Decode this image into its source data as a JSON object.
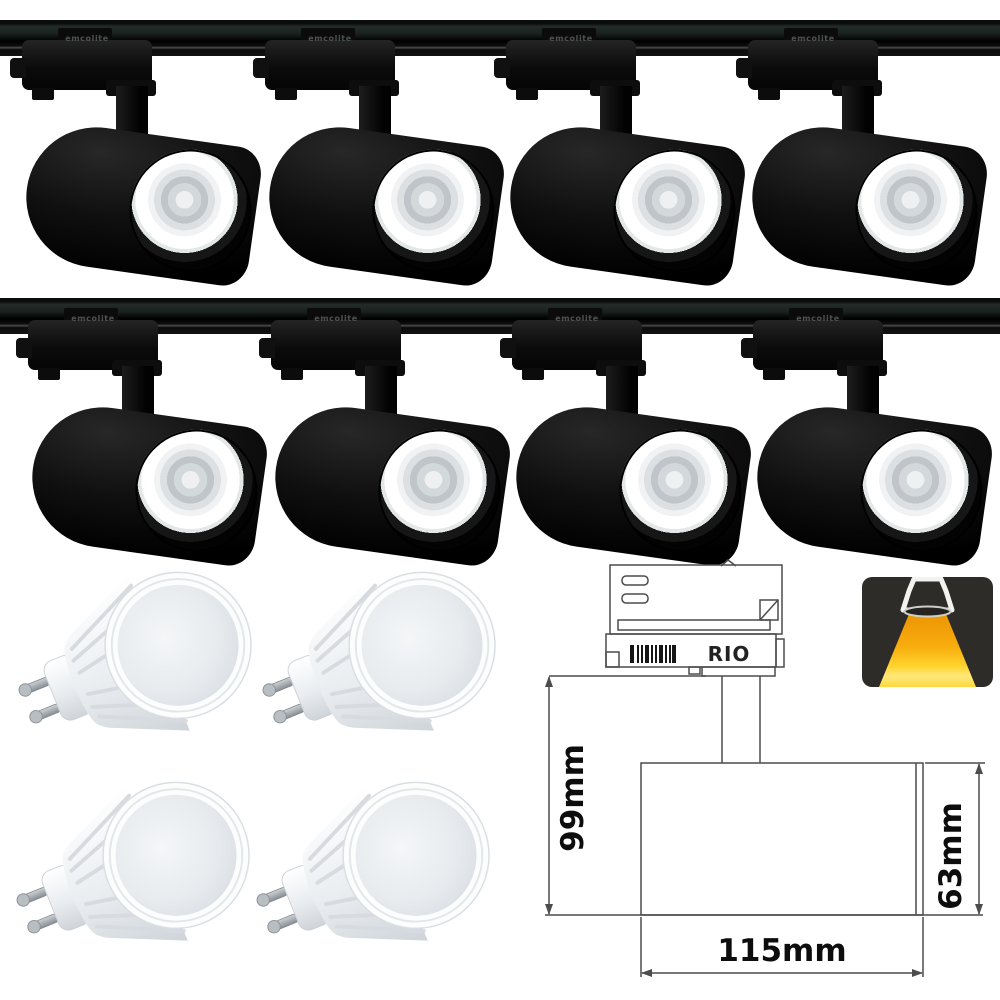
{
  "page": {
    "type": "product-image",
    "bg": "#ffffff"
  },
  "brand": {
    "label": "emcolite"
  },
  "products": {
    "track_spotlights": {
      "count": 8,
      "rows": 2,
      "per_row": 4,
      "color": "black"
    },
    "gu10_bulbs": {
      "count": 4,
      "type": "GU10 LED",
      "color": "white"
    }
  },
  "beam_icon": {
    "bg": "#2d2c28",
    "beam_top_color": "#ec9503",
    "beam_bottom_color": "#ffe87c"
  },
  "diagram": {
    "model": "RIO",
    "height_label": "99mm",
    "diameter_label": "63mm",
    "width_label": "115mm",
    "line_color": "#4c4c4c",
    "text_color": "#0d0d0d"
  }
}
